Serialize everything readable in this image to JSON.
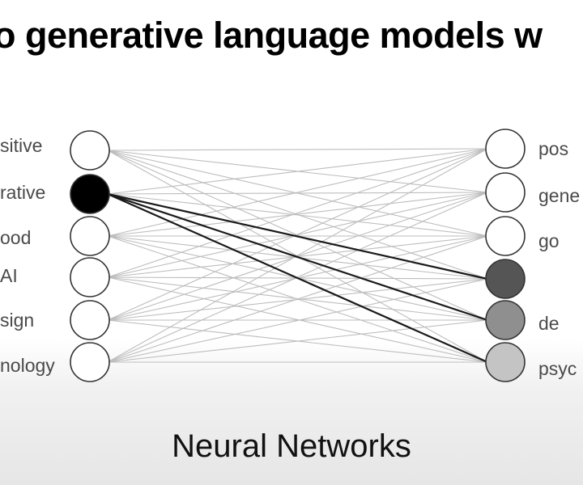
{
  "title": "o generative language models w",
  "caption": "Neural Networks",
  "input_layer": {
    "labels": [
      "sitive",
      "rative",
      "ood",
      "AI",
      "sign",
      "nology"
    ],
    "fills": [
      "#ffffff",
      "#000000",
      "#ffffff",
      "#ffffff",
      "#ffffff",
      "#ffffff"
    ]
  },
  "output_layer": {
    "labels": [
      "pos",
      "gene",
      "go",
      "",
      "de",
      "psyc"
    ],
    "fills": [
      "#ffffff",
      "#ffffff",
      "#ffffff",
      "#555555",
      "#8f8f8f",
      "#c4c4c4"
    ]
  },
  "highlighted_edges": [
    [
      1,
      3
    ],
    [
      1,
      4
    ],
    [
      1,
      5
    ]
  ],
  "colors": {
    "edge": "#bdbdbd",
    "highlight": "#1a1a1a",
    "node_stroke": "#333333"
  }
}
